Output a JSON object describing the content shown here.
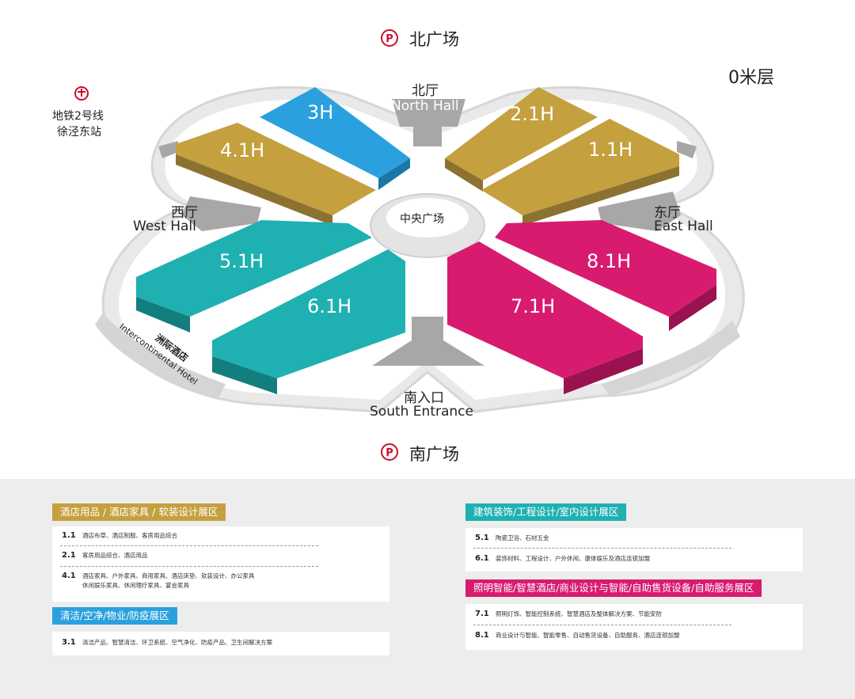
{
  "map": {
    "level": "0米层",
    "north_plaza": "北广场",
    "south_plaza": "南广场",
    "parking_symbol": "P",
    "metro": {
      "line1": "地铁2号线",
      "line2": "徐泾东站"
    },
    "north_hall": {
      "cn": "北厅",
      "en": "North Hall"
    },
    "west_hall": {
      "cn": "西厅",
      "en": "West Hall"
    },
    "east_hall": {
      "cn": "东厅",
      "en": "East Hall"
    },
    "south_entrance": {
      "cn": "南入口",
      "en": "South Entrance"
    },
    "center": "中央广场",
    "hotel": {
      "cn": "洲际酒店",
      "en": "Intercontinental Hotel"
    },
    "halls": {
      "h3": "3H",
      "h41": "4.1H",
      "h21": "2.1H",
      "h11": "1.1H",
      "h51": "5.1H",
      "h61": "6.1H",
      "h71": "7.1H",
      "h81": "8.1H"
    },
    "colors": {
      "gold": "#c4a03e",
      "blue": "#2aa1de",
      "teal": "#1fb0b1",
      "pink": "#d81b6f",
      "gray": "#a7a7a7"
    }
  },
  "legend": {
    "sections": [
      {
        "title": "酒店用品 / 酒店家具 / 软装设计展区",
        "color": "#c4a03e",
        "items": [
          {
            "num": "1.1",
            "text": "酒店布草、酒店制服、客房用品综合"
          },
          {
            "num": "2.1",
            "text": "客房用品综合、酒店用品"
          },
          {
            "num": "4.1",
            "text": "酒店家具、户外家具、商用家具、酒店床垫、软装设计、办公家具",
            "text2": "休闲娱乐家具、休闲理疗家具、宴会家具"
          }
        ]
      },
      {
        "title": "清洁/空净/物业/防疫展区",
        "color": "#2aa1de",
        "items": [
          {
            "num": "3.1",
            "text": "清洁产品、智慧清洁、环卫系统、空气净化、防疫产品、卫生间解决方案"
          }
        ]
      },
      {
        "title": "建筑装饰/工程设计/室内设计展区",
        "color": "#1fb0b1",
        "items": [
          {
            "num": "5.1",
            "text": "陶瓷卫浴、石材五金"
          },
          {
            "num": "6.1",
            "text": "装饰材料、工程设计、户外休闲、康体娱乐及酒店连锁加盟"
          }
        ]
      },
      {
        "title": "照明智能/智慧酒店/商业设计与智能/自助售货设备/自助服务展区",
        "color": "#d81b6f",
        "items": [
          {
            "num": "7.1",
            "text": "照明灯饰、智能控制系统、智慧酒店及整体解决方案、节能安防"
          },
          {
            "num": "8.1",
            "text": "商业设计与智能、智能零售、自动售货设备、自助服务、酒店连锁加盟"
          }
        ]
      }
    ]
  }
}
